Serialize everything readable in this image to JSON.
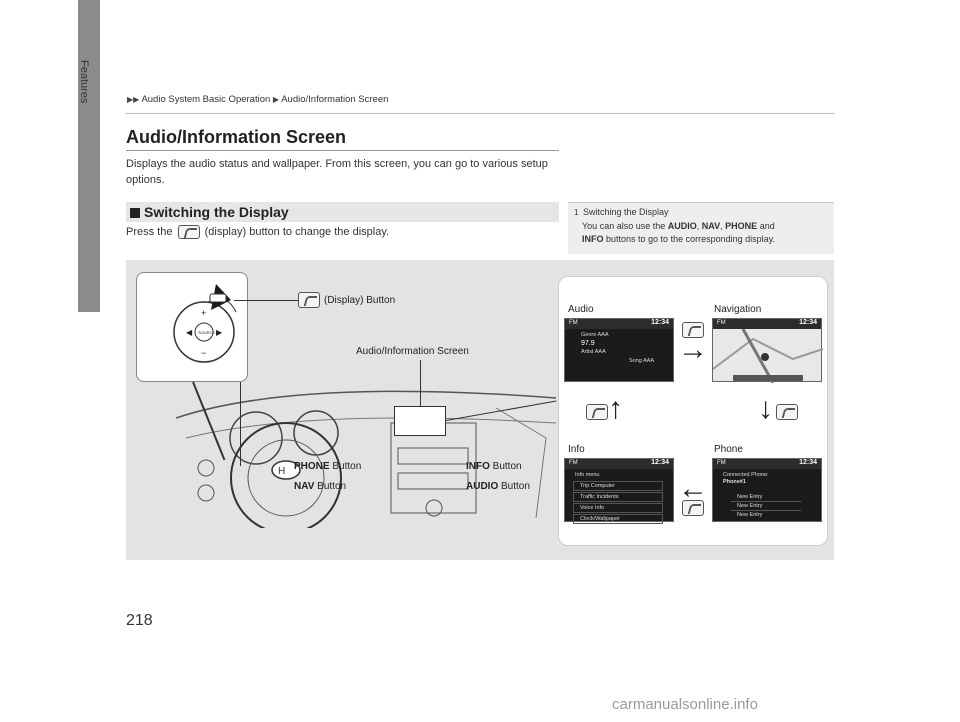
{
  "sidebar": {
    "section": "Features"
  },
  "breadcrumb": {
    "items": [
      "Audio System Basic Operation",
      "Audio/Information Screen"
    ]
  },
  "page": {
    "title": "Audio/Information Screen",
    "intro": "Displays the audio status and wallpaper. From this screen, you can go to various setup options.",
    "number": "218"
  },
  "section": {
    "heading": "Switching the Display",
    "press_before": "Press the",
    "press_after": "(display) button to change the display."
  },
  "note": {
    "num": "1",
    "title": "Switching the Display",
    "body_1": "You can also use the",
    "audio": "AUDIO",
    "sep1": ",",
    "nav": "NAV",
    "sep2": ",",
    "phone": "PHONE",
    "and": "and",
    "info": "INFO",
    "body_2": "buttons to go to the corresponding display."
  },
  "figure": {
    "display_button": "(Display) Button",
    "audio_info_screen": "Audio/Information Screen",
    "phone_button_bold": "PHONE",
    "nav_button_bold": "NAV",
    "info_button_bold": "INFO",
    "audio_button_bold": "AUDIO",
    "button_word": "Button",
    "audio_label": "Audio",
    "navigation_label": "Navigation",
    "info_label": "Info",
    "phone_label": "Phone",
    "source_label": "SOURCE",
    "screens": {
      "band": "FM",
      "time": "12:34",
      "audio_rows": [
        "Genre AAA",
        "97.9",
        "Artist AAA",
        "Song AAA"
      ],
      "info_title": "Info menu",
      "info_rows": [
        "Trip Computer",
        "Traffic Incidents",
        "Voice Info",
        "Clock/Wallpaper"
      ],
      "phone_title": "Connected Phone:",
      "phone_name": "Phone#1",
      "phone_rows": [
        "New Entry",
        "New Entry",
        "New Entry"
      ]
    }
  },
  "watermark": "carmanualsonline.info"
}
